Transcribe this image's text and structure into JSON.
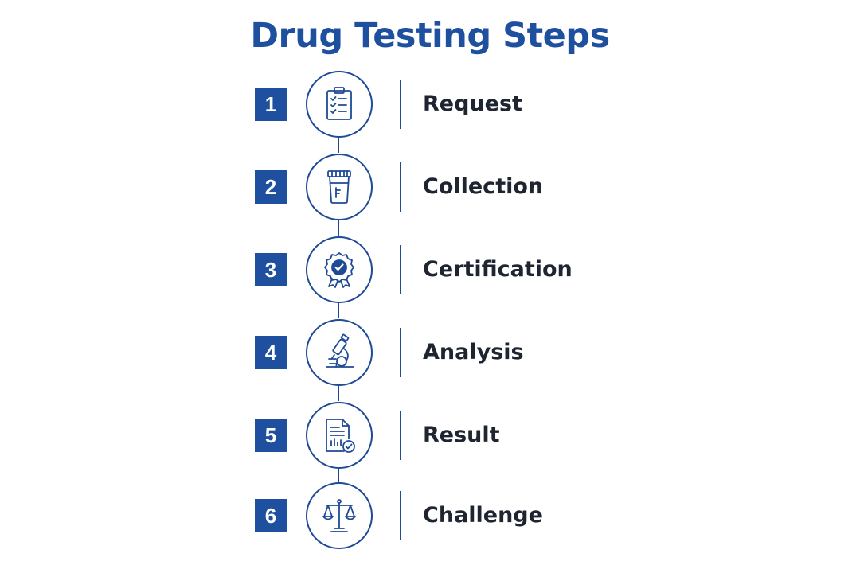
{
  "title": "Drug Testing Steps",
  "accent_color": "#1f4f9f",
  "steps": [
    {
      "number": "1",
      "label": "Request",
      "icon": "clipboard-checklist-icon"
    },
    {
      "number": "2",
      "label": "Collection",
      "icon": "specimen-cup-icon"
    },
    {
      "number": "3",
      "label": "Certification",
      "icon": "certification-badge-icon"
    },
    {
      "number": "4",
      "label": "Analysis",
      "icon": "microscope-icon"
    },
    {
      "number": "5",
      "label": "Result",
      "icon": "report-document-icon"
    },
    {
      "number": "6",
      "label": "Challenge",
      "icon": "scales-of-justice-icon"
    }
  ]
}
